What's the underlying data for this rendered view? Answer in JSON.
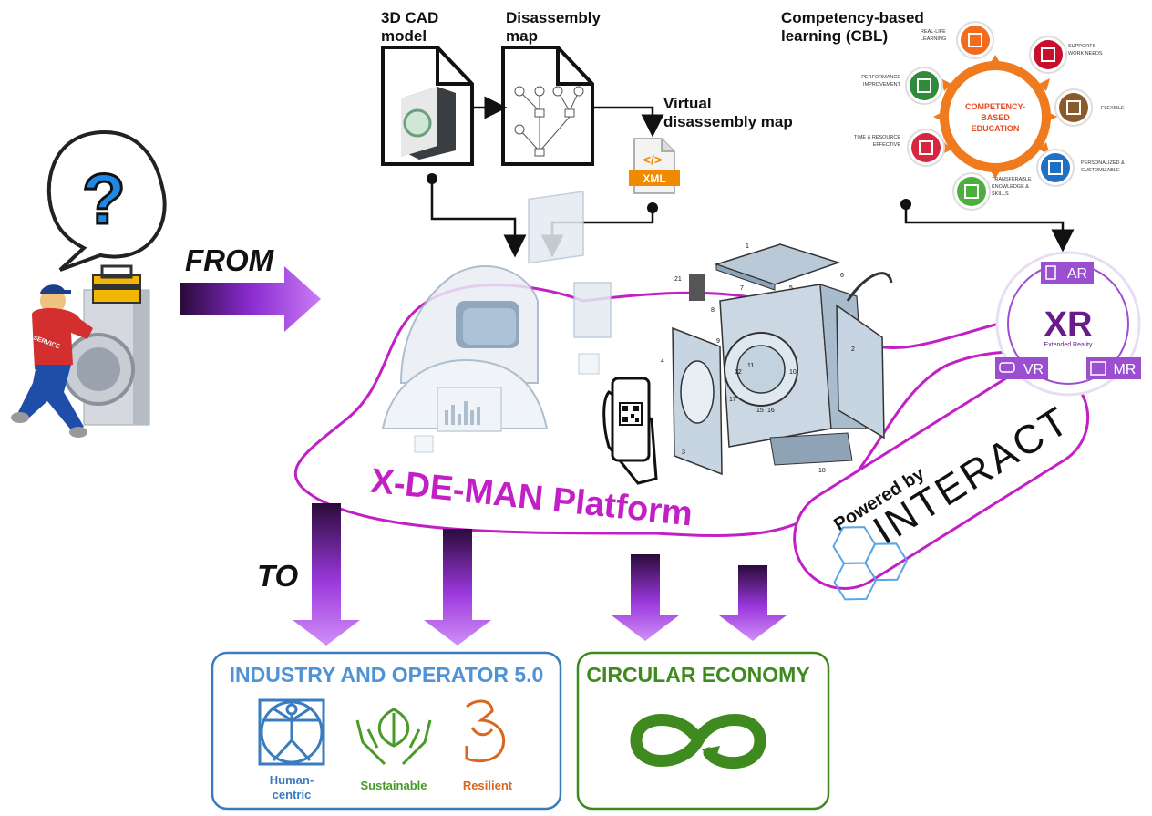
{
  "labels": {
    "from": "FROM",
    "to": "TO",
    "cad_line1": "3D CAD",
    "cad_line2": "model",
    "disassembly_line1": "Disassembly",
    "disassembly_line2": "map",
    "virtual_line1": "Virtual",
    "virtual_line2": "disassembly map",
    "xml": "XML",
    "xml_tag": "</>",
    "cbl_line1": "Competency-based",
    "cbl_line2": "learning (CBL)",
    "platform": "X-DE-MAN Platform",
    "powered_by": "Powered by",
    "interact": "INTERACT",
    "service": "SERVICE",
    "question": "?"
  },
  "cbl_wheel": {
    "center_line1": "COMPETENCY-",
    "center_line2": "BASED",
    "center_line3": "EDUCATION",
    "items": [
      {
        "label1": "REAL-LIFE",
        "label2": "LEARNING",
        "color": "#f36b1c",
        "icon": "real-life-icon"
      },
      {
        "label1": "SUPPORTS",
        "label2": "WORK NEEDS",
        "color": "#c8102e",
        "icon": "search-icon"
      },
      {
        "label1": "FLEXIBLE",
        "label2": "",
        "color": "#8b5a2b",
        "icon": "gears-icon"
      },
      {
        "label1": "PERSONALIZED &",
        "label2": "CUSTOMIZABLE",
        "color": "#1f6fc5",
        "icon": "people-icon"
      },
      {
        "label1": "TRANSFERABLE",
        "label2": "KNOWLEDGE &",
        "label3": "SKILLS",
        "color": "#4caf3d",
        "icon": "puzzle-icon"
      },
      {
        "label1": "TIME & RESOURCE",
        "label2": "EFFECTIVE",
        "color": "#d7263d",
        "icon": "grad-cap-icon"
      },
      {
        "label1": "PERFORMANCE",
        "label2": "IMPROVEMENT",
        "color": "#2e8b3a",
        "icon": "team-icon"
      }
    ]
  },
  "xr": {
    "title": "XR",
    "subtitle": "Extended Reality",
    "ar": "AR",
    "vr": "VR",
    "mr": "MR"
  },
  "industry": {
    "title": "INDUSTRY AND OPERATOR 5.0",
    "human_line1": "Human-",
    "human_line2": "centric",
    "sustainable": "Sustainable",
    "resilient": "Resilient"
  },
  "circular": {
    "title": "CIRCULAR ECONOMY"
  },
  "part_numbers": [
    "1",
    "2",
    "3",
    "4",
    "5",
    "6",
    "7",
    "8",
    "9",
    "10",
    "11",
    "12",
    "15",
    "16",
    "17",
    "18",
    "21"
  ],
  "colors": {
    "arrow_purple": "#9b2fd6",
    "platform_magenta": "#c21fc6",
    "industry_blue": "#3b7bbf",
    "circular_green": "#3f8a1f",
    "resilient_orange": "#d9661f",
    "xr_purple": "#6a1b8a"
  }
}
